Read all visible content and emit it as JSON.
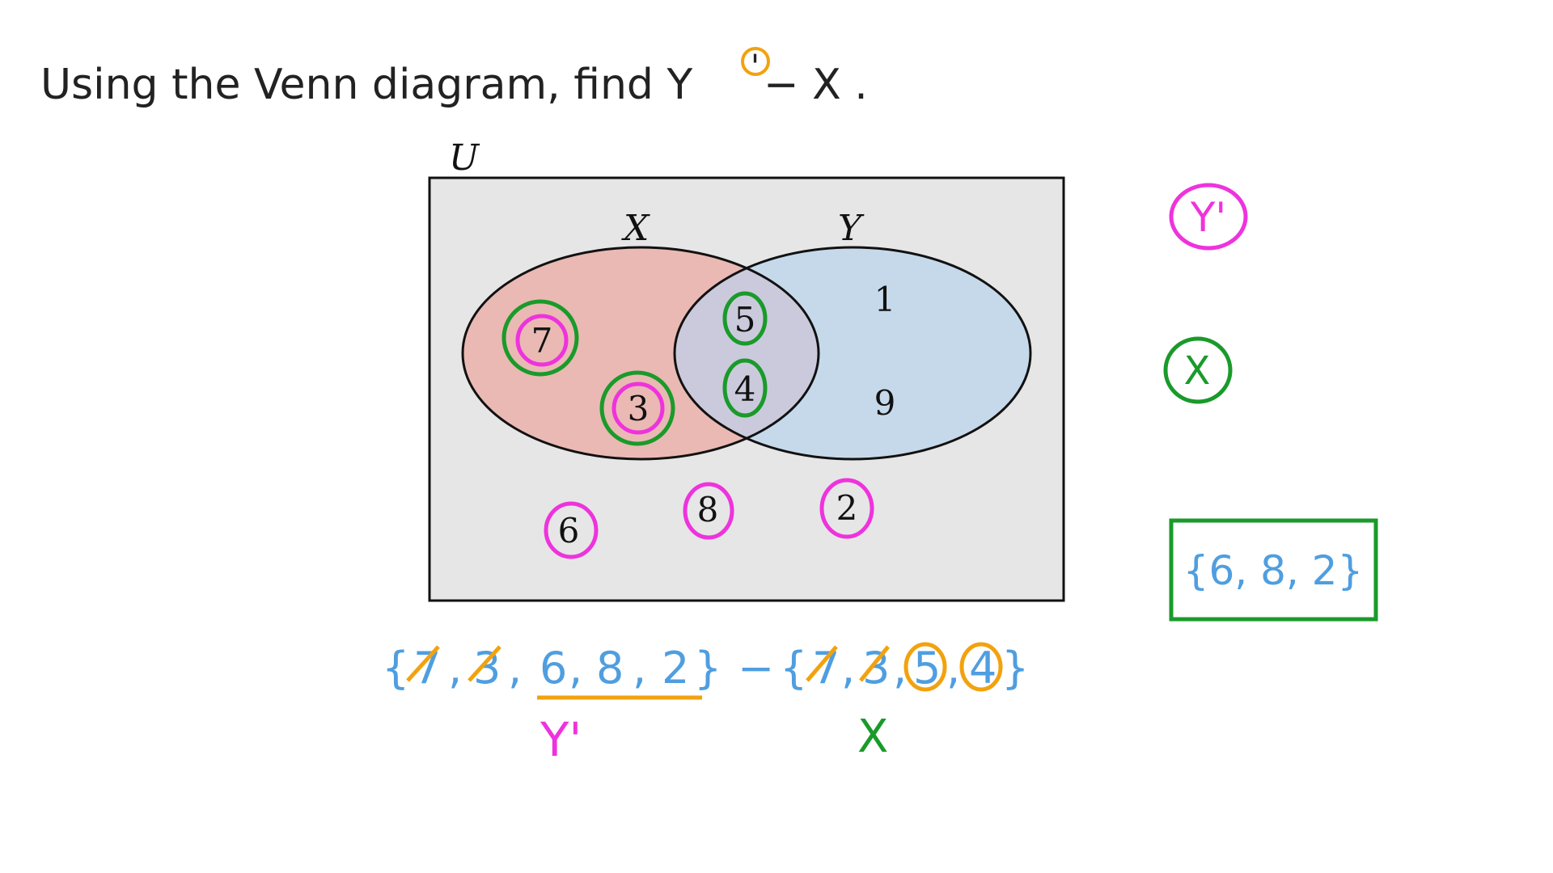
{
  "question": {
    "prefix": "Using the Venn diagram, find Y",
    "prime": "'",
    "suffix": " − X ."
  },
  "diagram": {
    "universe_label": "U",
    "set_a_label": "X",
    "set_b_label": "Y",
    "only_a": [
      "7",
      "3"
    ],
    "intersection": [
      "5",
      "4"
    ],
    "only_b": [
      "1",
      "9"
    ],
    "outside": [
      "6",
      "8",
      "2"
    ],
    "colors": {
      "universe_fill": "#e6e6e6",
      "set_a_fill": "#eab9b3",
      "set_b_fill": "#c6d9ea",
      "intersection_fill": "#cbcadc",
      "outline": "#111111"
    }
  },
  "annotations": {
    "y_prime_tag": "Y'",
    "x_tag": "X",
    "answer_box": "{6, 8, 2}",
    "working": {
      "left_set": {
        "open": "{",
        "crossed": [
          "7",
          "3"
        ],
        "kept": [
          "6",
          "8",
          "2"
        ],
        "close": "}"
      },
      "minus": "−",
      "right_set": {
        "open": "{",
        "crossed": [
          "7",
          "3"
        ],
        "circled": [
          "5",
          "4"
        ],
        "close": "}"
      },
      "left_caption": "Y'",
      "right_caption": "X"
    },
    "colors": {
      "magenta": "#ee33dd",
      "green": "#1a9a2a",
      "orange": "#f2a20f",
      "blue": "#4f9ee0",
      "ink": "#222222"
    }
  }
}
